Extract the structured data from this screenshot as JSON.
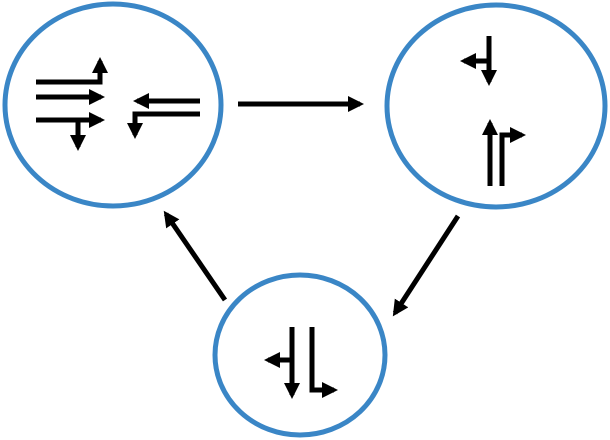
{
  "diagram": {
    "description_icons": [
      "phase-1-circle",
      "phase-2-circle",
      "phase-3-circle",
      "cycle-arrow"
    ],
    "colors": {
      "circle_stroke": "#3a86c6",
      "arrow": "#000000",
      "background": "#ffffff"
    }
  }
}
